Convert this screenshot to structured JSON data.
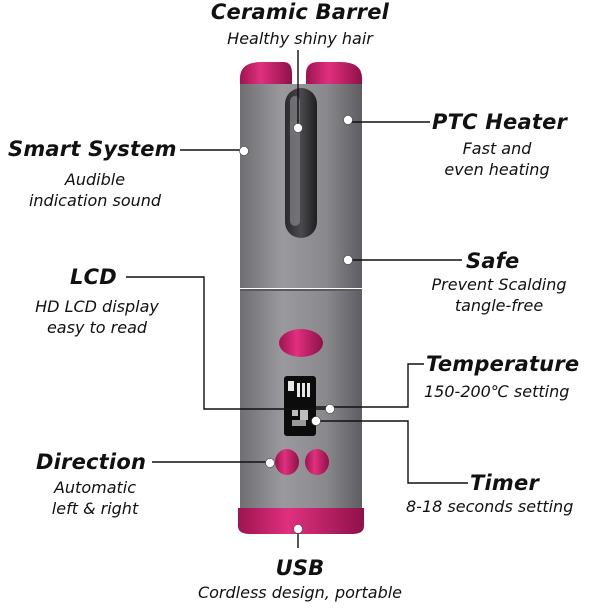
{
  "callouts": {
    "ceramic_barrel": {
      "title": "Ceramic Barrel",
      "subtitle": "Healthy shiny hair"
    },
    "ptc_heater": {
      "title": "PTC Heater",
      "line1": "Fast and",
      "line2": "even heating"
    },
    "smart_system": {
      "title": "Smart System",
      "line1": "Audible",
      "line2": "indication sound"
    },
    "safe": {
      "title": "Safe",
      "line1": "Prevent Scalding",
      "line2": "tangle-free"
    },
    "lcd": {
      "title": "LCD",
      "line1": "HD LCD display",
      "line2": "easy to read"
    },
    "temperature": {
      "title": "Temperature",
      "subtitle": "150-200℃ setting"
    },
    "direction": {
      "title": "Direction",
      "line1": "Automatic",
      "line2": "left & right"
    },
    "timer": {
      "title": "Timer",
      "subtitle": "8-18 seconds setting"
    },
    "usb": {
      "title": "USB",
      "subtitle": "Cordless design, portable"
    }
  },
  "colors": {
    "body": "#8a8a8e",
    "accent": "#d21f6e",
    "line": "#111111"
  }
}
